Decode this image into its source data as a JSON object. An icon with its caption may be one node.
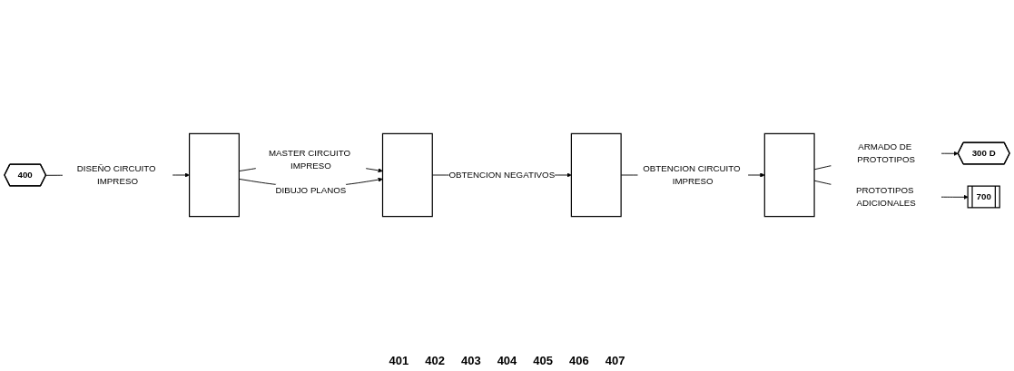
{
  "diagram": {
    "nodes": [
      {
        "text": [
          "400"
        ]
      },
      {
        "text": [],
        "shape": "box"
      },
      {
        "text": [],
        "shape": "box"
      },
      {
        "text": [],
        "shape": "box"
      },
      {
        "text": [],
        "shape": "box"
      },
      {
        "text": [
          "300 D"
        ]
      },
      {
        "text": [
          "700"
        ]
      }
    ],
    "edges": [
      {
        "from": 0,
        "to": 1,
        "arrow": "to",
        "label": "DISEÑO CIRCUITO IMPRESO"
      },
      {
        "from": 1,
        "to": 2,
        "arrow": "to",
        "label": "MASTER CIRCUITO IMPRESO"
      },
      {
        "from": 1,
        "to": 2,
        "arrow": "to",
        "label": "DIBUJO PLANOS"
      },
      {
        "from": 2,
        "to": 3,
        "arrow": "to",
        "label": "OBTENCION NEGATIVOS"
      },
      {
        "from": 3,
        "to": 4,
        "arrow": "to",
        "label": "OBTENCION CIRCUITO IMPRESO"
      },
      {
        "from": 4,
        "to": 5,
        "arrow": "to",
        "label": "ARMADO DE PROTOTIPOS"
      },
      {
        "from": 4,
        "to": 6,
        "arrow": "to",
        "label": "PROTOTIPOS ADICIONALES"
      }
    ],
    "labels": [
      "401",
      "402",
      "403",
      "404",
      "405",
      "406",
      "407"
    ]
  }
}
